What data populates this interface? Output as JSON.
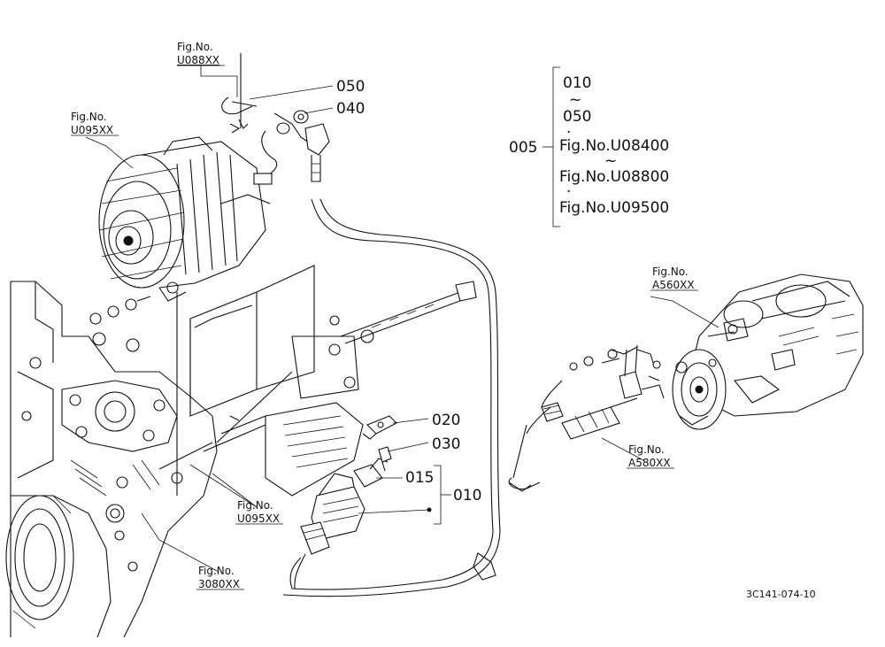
{
  "parts": {
    "p050": "050",
    "p040": "040",
    "p020": "020",
    "p030": "030",
    "p015": "015",
    "p010": "010",
    "p005": "005"
  },
  "fig_refs": {
    "top_fig": "Fig.No.",
    "top_code": "U088XX",
    "alt_fig": "Fig.No.",
    "alt_code": "U095XX",
    "start_fig": "Fig.No.",
    "start_code": "A560XX",
    "cable_fig": "Fig.No.",
    "cable_code": "A580XX",
    "mid_fig": "Fig.No.",
    "mid_code": "U095XX",
    "eng_fig": "Fig.No.",
    "eng_code": "3080XX"
  },
  "assembly_bracket": {
    "line1": "010",
    "tilde1": "~",
    "line2": "050",
    "dot1": "·",
    "line3": "Fig.No.U08400",
    "tilde2": "~",
    "line4": "Fig.No.U08800",
    "dot2": "·",
    "line5": "Fig.No.U09500"
  },
  "diagram_code": "3C141-074-10"
}
